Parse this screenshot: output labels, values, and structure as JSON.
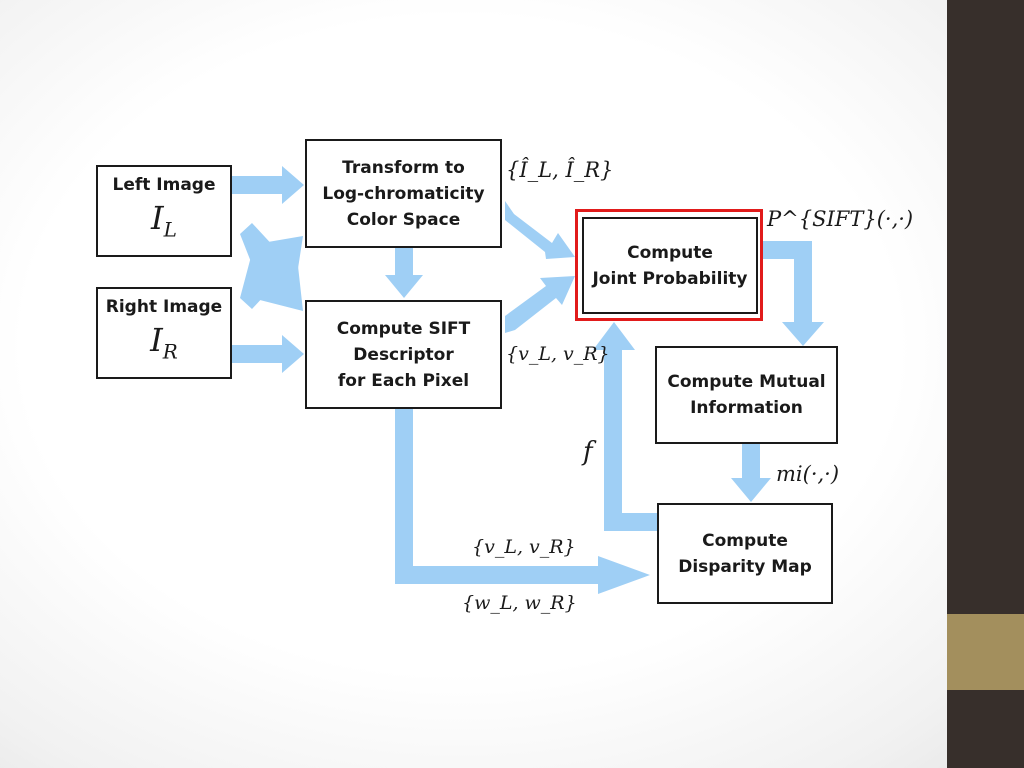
{
  "diagram": {
    "nodes": {
      "left_image": {
        "title": "Left Image",
        "symbol": "I",
        "subscript": "L"
      },
      "right_image": {
        "title": "Right Image",
        "symbol": "I",
        "subscript": "R"
      },
      "transform": {
        "lines": [
          "Transform to",
          "Log-chromaticity",
          "Color Space"
        ]
      },
      "sift": {
        "lines": [
          "Compute SIFT",
          "Descriptor",
          "for Each Pixel"
        ]
      },
      "joint": {
        "lines": [
          "Compute",
          "Joint Probability"
        ]
      },
      "mutual": {
        "lines": [
          "Compute Mutual",
          "Information"
        ]
      },
      "disparity": {
        "lines": [
          "Compute",
          "Disparity Map"
        ]
      }
    },
    "labels": {
      "transformed_images": "{Î_L, Î_R}",
      "sift_vectors": "{v_L, v_R}",
      "p_sift": "P^{SIFT}(·,·)",
      "mi": "mi(·,·)",
      "f": "f",
      "bottom_v": "{v_L, v_R}",
      "bottom_w": "{w_L, w_R}"
    },
    "colors": {
      "arrow": "#9fcff5",
      "box_border": "#1a1a1a",
      "highlight": "#e11b1b",
      "sidebar": "#372f2b",
      "sidebar_accent": "#a38f5d"
    }
  }
}
